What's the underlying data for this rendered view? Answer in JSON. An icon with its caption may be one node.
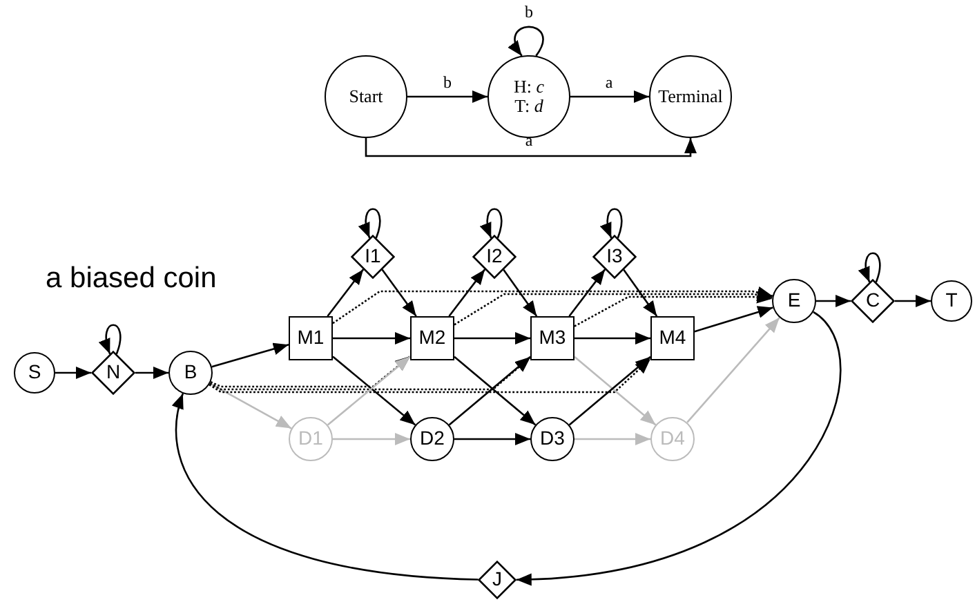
{
  "diagram": {
    "nodes": [
      {
        "text": [
          "Start"
        ]
      },
      {
        "text": [
          "H: *c*",
          "T: *d*"
        ]
      },
      {
        "text": [
          "Terminal"
        ]
      },
      {
        "text": [
          "S"
        ]
      },
      {
        "text": [
          "N"
        ]
      },
      {
        "text": [
          "B"
        ]
      },
      {
        "text": [
          "M1"
        ]
      },
      {
        "text": [
          "M2"
        ]
      },
      {
        "text": [
          "M3"
        ]
      },
      {
        "text": [
          "M4"
        ]
      },
      {
        "text": [
          "I1"
        ]
      },
      {
        "text": [
          "I2"
        ]
      },
      {
        "text": [
          "I3"
        ]
      },
      {
        "text": [
          "D1"
        ]
      },
      {
        "text": [
          "D2"
        ]
      },
      {
        "text": [
          "D3"
        ]
      },
      {
        "text": [
          "D4"
        ]
      },
      {
        "text": [
          "E"
        ]
      },
      {
        "text": [
          "C"
        ]
      },
      {
        "text": [
          "T"
        ]
      },
      {
        "text": [
          "J"
        ]
      }
    ],
    "edges": [
      {
        "from": 0,
        "to": 1,
        "arrow": "to",
        "label": "b"
      },
      {
        "from": 1,
        "to": 1,
        "arrow": "to",
        "label": "b"
      },
      {
        "from": 1,
        "to": 2,
        "arrow": "to",
        "label": "a"
      },
      {
        "from": 0,
        "to": 2,
        "arrow": "to",
        "label": "a"
      },
      {
        "from": 3,
        "to": 4,
        "arrow": "to"
      },
      {
        "from": 4,
        "to": 4,
        "arrow": "to"
      },
      {
        "from": 4,
        "to": 5,
        "arrow": "to"
      },
      {
        "from": 20,
        "to": 5,
        "arrow": "to"
      },
      {
        "from": 5,
        "to": 6,
        "arrow": "to"
      },
      {
        "from": 5,
        "to": 13,
        "arrow": "to",
        "color": "#bbbbbb"
      },
      {
        "from": 5,
        "to": 7,
        "arrow": "to",
        "style": "dashed"
      },
      {
        "from": 5,
        "to": 8,
        "arrow": "to",
        "style": "dashed"
      },
      {
        "from": 5,
        "to": 9,
        "arrow": "to",
        "style": "dashed"
      },
      {
        "from": 6,
        "to": 10,
        "arrow": "to"
      },
      {
        "from": 10,
        "to": 10,
        "arrow": "to"
      },
      {
        "from": 10,
        "to": 7,
        "arrow": "to"
      },
      {
        "from": 6,
        "to": 7,
        "arrow": "to"
      },
      {
        "from": 6,
        "to": 14,
        "arrow": "to"
      },
      {
        "from": 6,
        "to": 17,
        "arrow": "to",
        "style": "dashed"
      },
      {
        "from": 13,
        "to": 7,
        "arrow": "to",
        "color": "#bbbbbb"
      },
      {
        "from": 13,
        "to": 14,
        "arrow": "to",
        "color": "#bbbbbb"
      },
      {
        "from": 7,
        "to": 11,
        "arrow": "to"
      },
      {
        "from": 11,
        "to": 11,
        "arrow": "to"
      },
      {
        "from": 11,
        "to": 8,
        "arrow": "to"
      },
      {
        "from": 7,
        "to": 8,
        "arrow": "to"
      },
      {
        "from": 7,
        "to": 15,
        "arrow": "to"
      },
      {
        "from": 7,
        "to": 17,
        "arrow": "to",
        "style": "dashed"
      },
      {
        "from": 14,
        "to": 8,
        "arrow": "to"
      },
      {
        "from": 14,
        "to": 15,
        "arrow": "to"
      },
      {
        "from": 8,
        "to": 12,
        "arrow": "to"
      },
      {
        "from": 12,
        "to": 12,
        "arrow": "to"
      },
      {
        "from": 12,
        "to": 9,
        "arrow": "to"
      },
      {
        "from": 8,
        "to": 9,
        "arrow": "to"
      },
      {
        "from": 8,
        "to": 16,
        "arrow": "to",
        "color": "#bbbbbb"
      },
      {
        "from": 8,
        "to": 17,
        "arrow": "to",
        "style": "dashed"
      },
      {
        "from": 15,
        "to": 9,
        "arrow": "to"
      },
      {
        "from": 15,
        "to": 16,
        "arrow": "to",
        "color": "#bbbbbb"
      },
      {
        "from": 9,
        "to": 17,
        "arrow": "to"
      },
      {
        "from": 16,
        "to": 17,
        "arrow": "to",
        "color": "#bbbbbb"
      },
      {
        "from": 17,
        "to": 18,
        "arrow": "to"
      },
      {
        "from": 18,
        "to": 18,
        "arrow": "to"
      },
      {
        "from": 18,
        "to": 19,
        "arrow": "to"
      },
      {
        "from": 17,
        "to": 20,
        "arrow": "to"
      }
    ],
    "labels": [
      "a biased coin"
    ]
  }
}
